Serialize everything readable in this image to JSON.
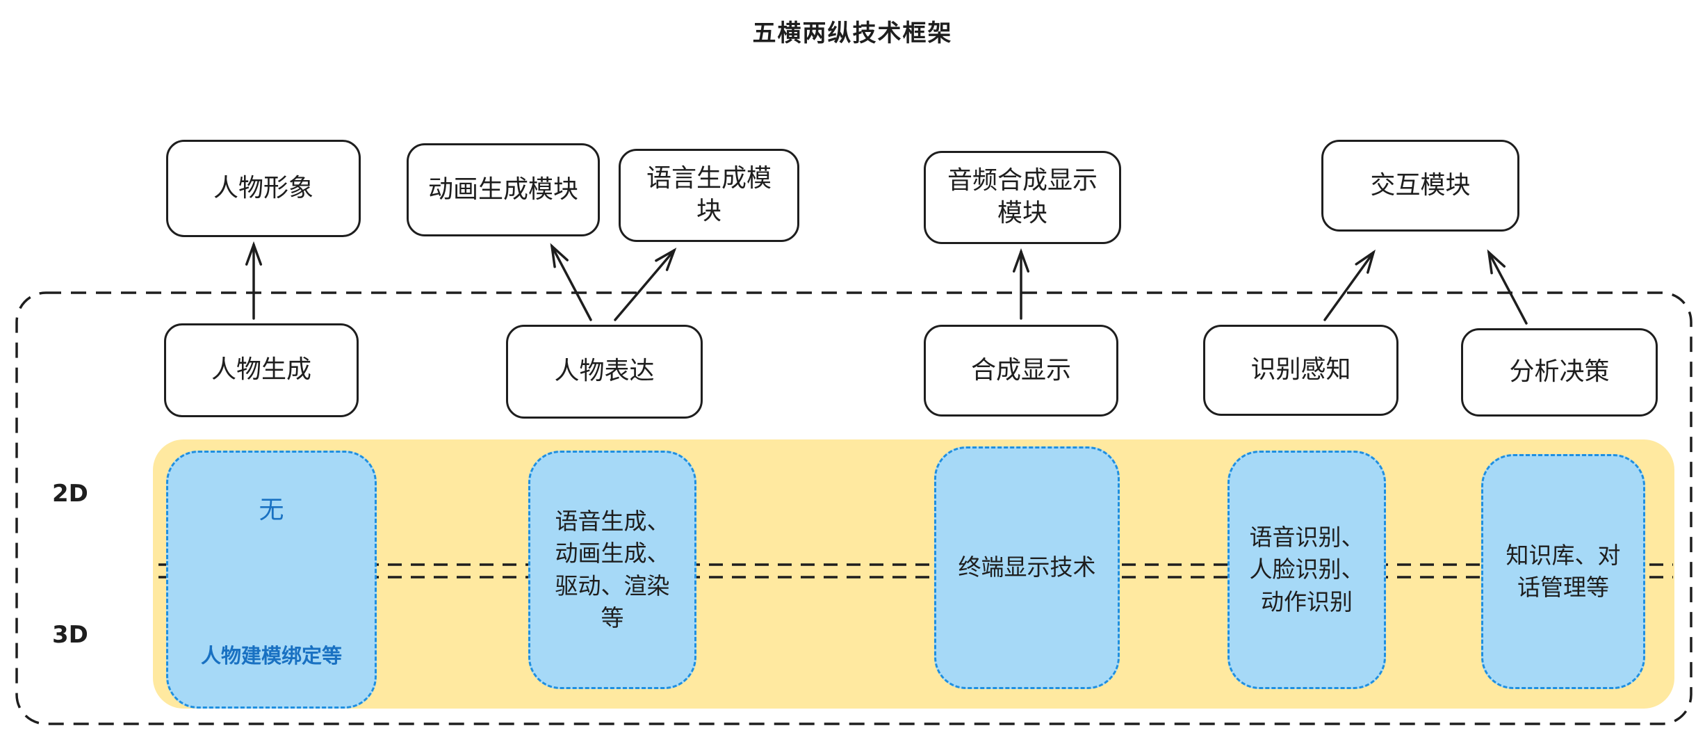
{
  "title": "五横两纵技术框架",
  "top_modules": [
    "人物形象",
    "动画生成模块",
    "语言生成模\n块",
    "音频合成显示\n模块",
    "交互模块"
  ],
  "capabilities": [
    "人物生成",
    "人物表达",
    "合成显示",
    "识别感知",
    "分析决策"
  ],
  "row_labels": {
    "top": "2D",
    "bottom": "3D"
  },
  "tech_cells": {
    "character": {
      "top": "无",
      "bottom": "人物建模绑定等"
    },
    "expression": "语音生成、\n动画生成、\n驱动、渲染\n等",
    "display": "终端显示技术",
    "recognition": "语音识别、\n人脸识别、\n动作识别",
    "analysis": "知识库、对\n话管理等"
  },
  "colors": {
    "ink": "#1e1e1e",
    "band_yellow": "#ffe9a0",
    "cell_fill_blue": "#a6d9f7",
    "cell_border_blue": "#1f8fe0",
    "cell_text_blue": "#1971c2"
  }
}
